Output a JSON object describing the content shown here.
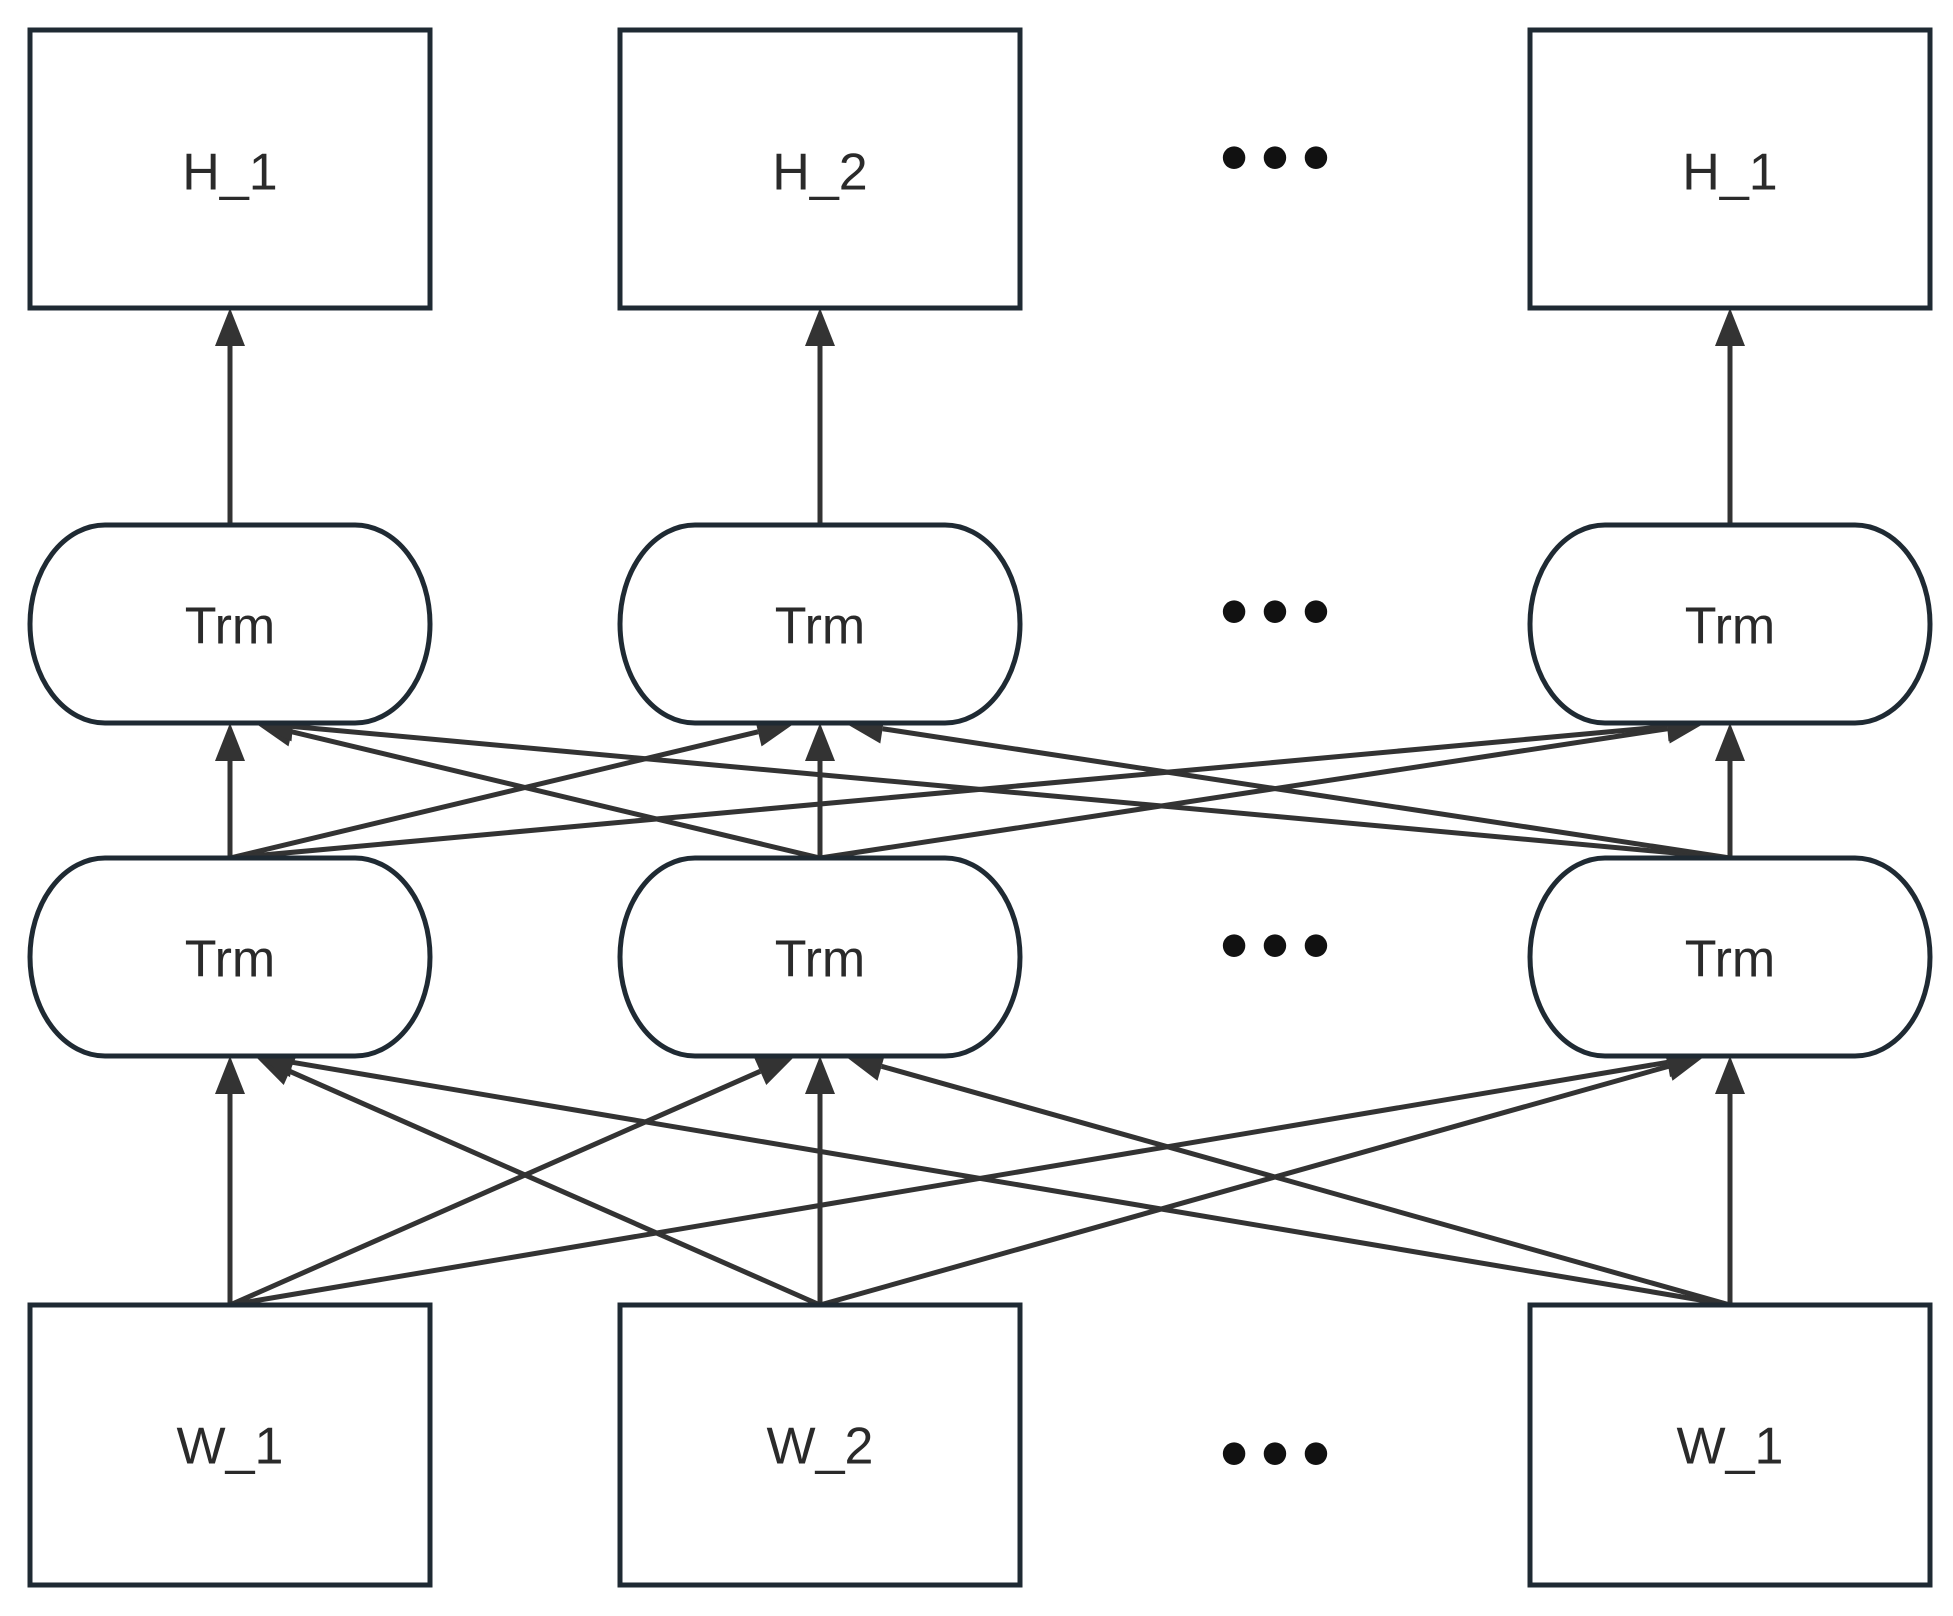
{
  "output_row": {
    "nodes": [
      {
        "label": "H_1"
      },
      {
        "label": "H_2"
      },
      {
        "label": "H_1"
      }
    ],
    "ellipsis": "•••"
  },
  "upper_trm_row": {
    "nodes": [
      {
        "label": "Trm"
      },
      {
        "label": "Trm"
      },
      {
        "label": "Trm"
      }
    ],
    "ellipsis": "•••"
  },
  "lower_trm_row": {
    "nodes": [
      {
        "label": "Trm"
      },
      {
        "label": "Trm"
      },
      {
        "label": "Trm"
      }
    ],
    "ellipsis": "•••"
  },
  "input_row": {
    "nodes": [
      {
        "label": "W_1"
      },
      {
        "label": "W_2"
      },
      {
        "label": "W_1"
      }
    ],
    "ellipsis": "•••"
  },
  "colors": {
    "box_stroke": "#1f2a33",
    "edge": "#333333",
    "background": "#ffffff"
  }
}
